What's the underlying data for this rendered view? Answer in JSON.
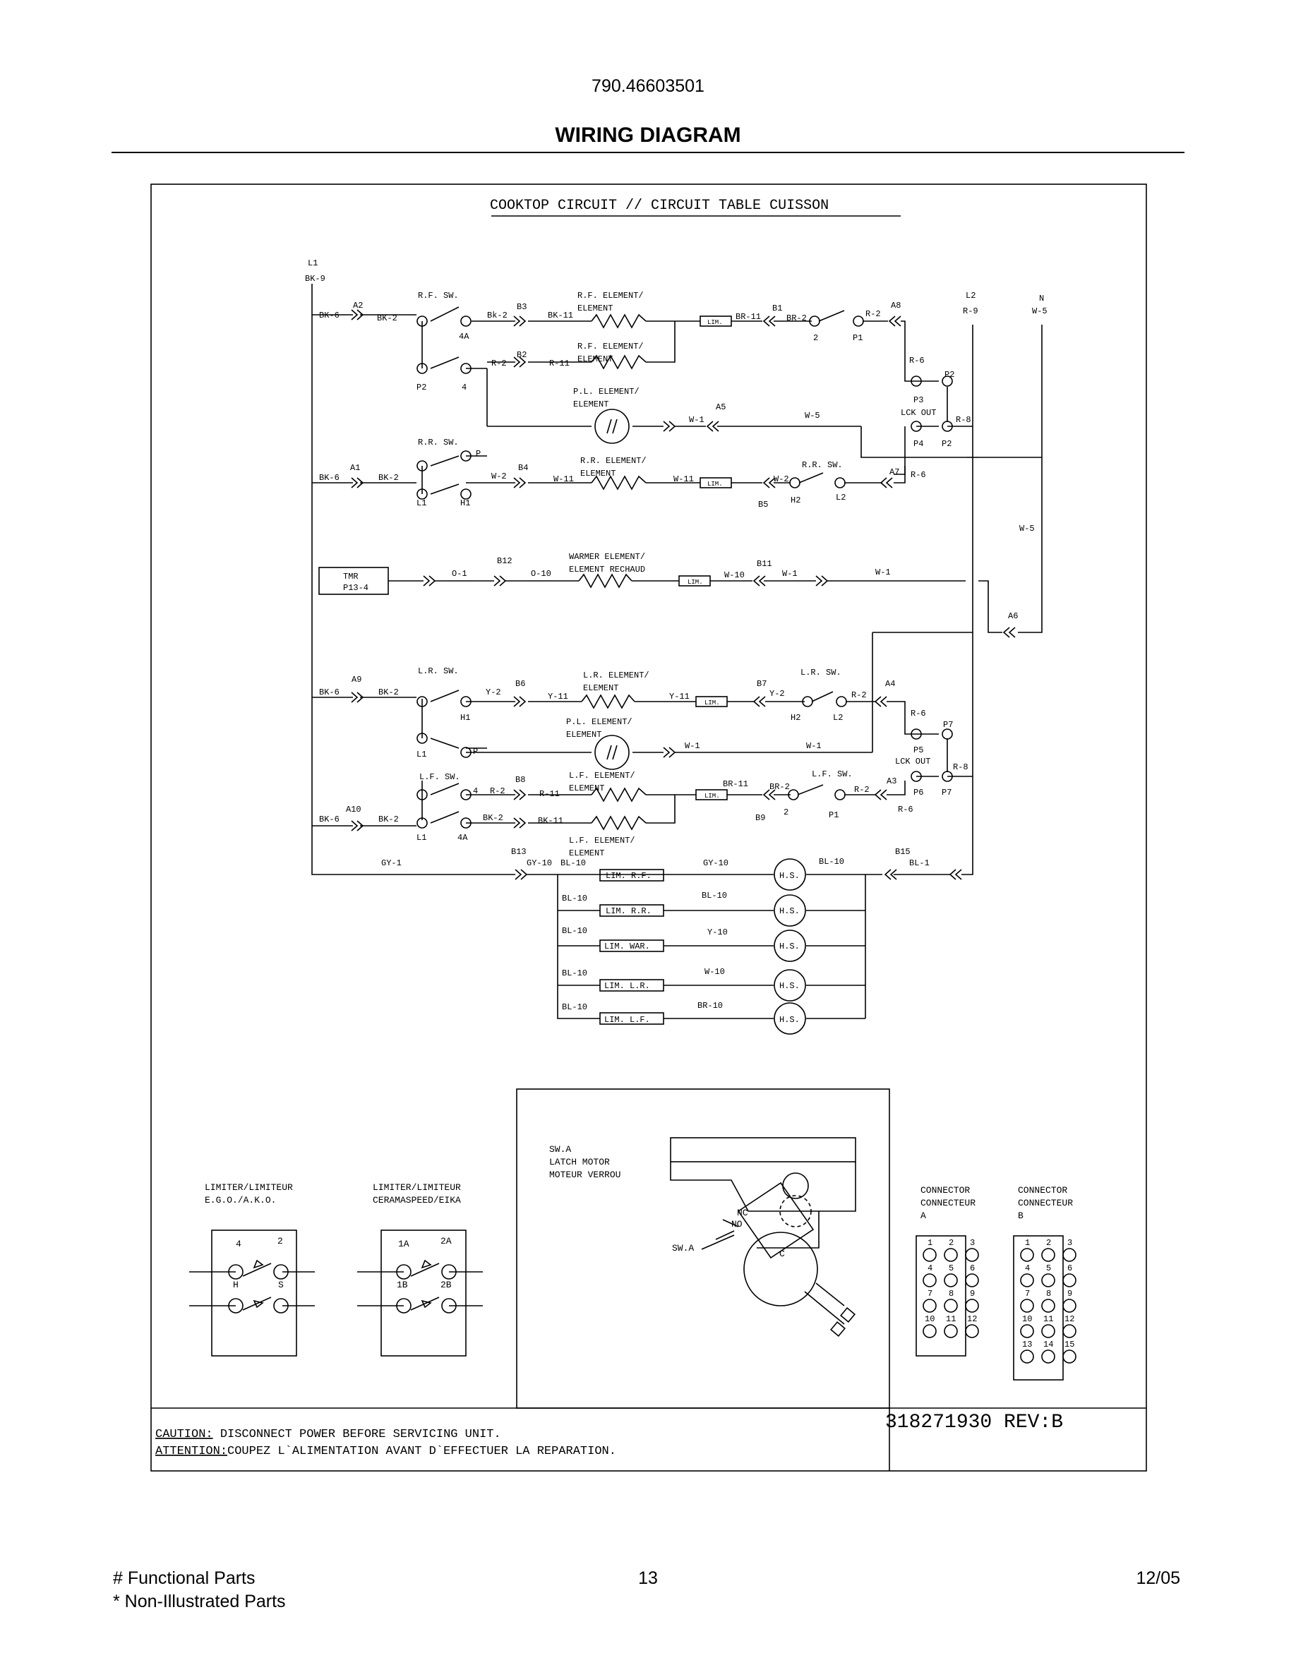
{
  "header": {
    "model": "790.46603501",
    "title": "WIRING DIAGRAM"
  },
  "diagram": {
    "circuit_title": "COOKTOP CIRCUIT // CIRCUIT TABLE CUISSON",
    "labels": [
      {
        "id": "L1",
        "text": "L1"
      },
      {
        "id": "BK9",
        "text": "BK-9"
      },
      {
        "id": "BK6a",
        "text": "BK-6"
      },
      {
        "id": "A2",
        "text": "A2"
      },
      {
        "id": "BK2a",
        "text": "BK-2"
      },
      {
        "id": "RFSW",
        "text": "R.F. SW."
      },
      {
        "id": "4Aa",
        "text": "4A"
      },
      {
        "id": "Bk2b",
        "text": "Bk-2"
      },
      {
        "id": "B3",
        "text": "B3"
      },
      {
        "id": "BK11a",
        "text": "BK-11"
      },
      {
        "id": "RFEL1",
        "text": "R.F. ELEMENT/"
      },
      {
        "id": "RFEL1b",
        "text": "ELEMENT"
      },
      {
        "id": "LIM1",
        "text": "LIM."
      },
      {
        "id": "BR11a",
        "text": "BR-11"
      },
      {
        "id": "B1",
        "text": "B1"
      },
      {
        "id": "BR2a",
        "text": "BR-2"
      },
      {
        "id": "n2a",
        "text": "2"
      },
      {
        "id": "P1a",
        "text": "P1"
      },
      {
        "id": "R2a",
        "text": "R-2"
      },
      {
        "id": "A8",
        "text": "A8"
      },
      {
        "id": "L2top",
        "text": "L2"
      },
      {
        "id": "R9",
        "text": "R-9"
      },
      {
        "id": "N",
        "text": "N"
      },
      {
        "id": "W5top",
        "text": "W-5"
      },
      {
        "id": "P2a",
        "text": "P2"
      },
      {
        "id": "n4a",
        "text": "4"
      },
      {
        "id": "R2b",
        "text": "R-2"
      },
      {
        "id": "B2",
        "text": "B2"
      },
      {
        "id": "R11a",
        "text": "R-11"
      },
      {
        "id": "RFEL2",
        "text": "R.F. ELEMENT/"
      },
      {
        "id": "RFEL2b",
        "text": "ELEMENT"
      },
      {
        "id": "R6a",
        "text": "R-6"
      },
      {
        "id": "P2b",
        "text": "P2"
      },
      {
        "id": "P3",
        "text": "P3"
      },
      {
        "id": "PLEL1",
        "text": "P.L. ELEMENT/"
      },
      {
        "id": "PLEL1b",
        "text": "ELEMENT"
      },
      {
        "id": "A5",
        "text": "A5"
      },
      {
        "id": "W1a",
        "text": "W-1"
      },
      {
        "id": "W5a",
        "text": "W-5"
      },
      {
        "id": "LCK1",
        "text": "LCK OUT"
      },
      {
        "id": "R8a",
        "text": "R-8"
      },
      {
        "id": "P4",
        "text": "P4"
      },
      {
        "id": "P2c",
        "text": "P2"
      },
      {
        "id": "RRSW",
        "text": "R.R. SW."
      },
      {
        "id": "Pa",
        "text": "P"
      },
      {
        "id": "RREL",
        "text": "R.R. ELEMENT/"
      },
      {
        "id": "RRELb",
        "text": "ELEMENT"
      },
      {
        "id": "BK6b",
        "text": "BK-6"
      },
      {
        "id": "A1",
        "text": "A1"
      },
      {
        "id": "BK2c",
        "text": "BK-2"
      },
      {
        "id": "W2a",
        "text": "W-2"
      },
      {
        "id": "B4",
        "text": "B4"
      },
      {
        "id": "W11a",
        "text": "W-11"
      },
      {
        "id": "W11b",
        "text": "W-11"
      },
      {
        "id": "LIM2",
        "text": "LIM."
      },
      {
        "id": "W2b",
        "text": "W-2"
      },
      {
        "id": "RRSW2",
        "text": "R.R. SW."
      },
      {
        "id": "A7",
        "text": "A7"
      },
      {
        "id": "R6b",
        "text": "R-6"
      },
      {
        "id": "L1a",
        "text": "L1"
      },
      {
        "id": "H1a",
        "text": "H1"
      },
      {
        "id": "B5",
        "text": "B5"
      },
      {
        "id": "H2a",
        "text": "H2"
      },
      {
        "id": "L2a",
        "text": "L2"
      },
      {
        "id": "W5b",
        "text": "W-5"
      },
      {
        "id": "TMR",
        "text": "TMR"
      },
      {
        "id": "P134",
        "text": "P13-4"
      },
      {
        "id": "O1",
        "text": "O-1"
      },
      {
        "id": "B12",
        "text": "B12"
      },
      {
        "id": "O10",
        "text": "O-10"
      },
      {
        "id": "WARM1",
        "text": "WARMER ELEMENT/"
      },
      {
        "id": "WARM2",
        "text": "ELEMENT RECHAUD"
      },
      {
        "id": "LIM3",
        "text": "LIM."
      },
      {
        "id": "W10a",
        "text": "W-10"
      },
      {
        "id": "B11",
        "text": "B11"
      },
      {
        "id": "W1b",
        "text": "W-1"
      },
      {
        "id": "W1c",
        "text": "W-1"
      },
      {
        "id": "A6",
        "text": "A6"
      },
      {
        "id": "LRSW",
        "text": "L.R. SW."
      },
      {
        "id": "A9",
        "text": "A9"
      },
      {
        "id": "BK6c",
        "text": "BK-6"
      },
      {
        "id": "BK2d",
        "text": "BK-2"
      },
      {
        "id": "Y2a",
        "text": "Y-2"
      },
      {
        "id": "B6",
        "text": "B6"
      },
      {
        "id": "Y11a",
        "text": "Y-11"
      },
      {
        "id": "LREL",
        "text": "L.R. ELEMENT/"
      },
      {
        "id": "LRELb",
        "text": "ELEMENT"
      },
      {
        "id": "Y11b",
        "text": "Y-11"
      },
      {
        "id": "LIM4",
        "text": "LIM."
      },
      {
        "id": "B7",
        "text": "B7"
      },
      {
        "id": "Y2b",
        "text": "Y-2"
      },
      {
        "id": "LRSW2",
        "text": "L.R. SW."
      },
      {
        "id": "R2c",
        "text": "R-2"
      },
      {
        "id": "A4",
        "text": "A4"
      },
      {
        "id": "H1b",
        "text": "H1"
      },
      {
        "id": "H2b",
        "text": "H2"
      },
      {
        "id": "L2b",
        "text": "L2"
      },
      {
        "id": "R6c",
        "text": "R-6"
      },
      {
        "id": "P7a",
        "text": "P7"
      },
      {
        "id": "PLEL2",
        "text": "P.L. ELEMENT/"
      },
      {
        "id": "PLEL2b",
        "text": "ELEMENT"
      },
      {
        "id": "L1b",
        "text": "L1"
      },
      {
        "id": "Pb",
        "text": "P"
      },
      {
        "id": "W1d",
        "text": "W-1"
      },
      {
        "id": "W1e",
        "text": "W-1"
      },
      {
        "id": "P5",
        "text": "P5"
      },
      {
        "id": "LCK2",
        "text": "LCK OUT"
      },
      {
        "id": "R8b",
        "text": "R-8"
      },
      {
        "id": "LFSW",
        "text": "L.F. SW."
      },
      {
        "id": "LFEL1",
        "text": "L.F. ELEMENT/"
      },
      {
        "id": "LFEL1b",
        "text": "ELEMENT"
      },
      {
        "id": "n4b",
        "text": "4"
      },
      {
        "id": "R2d",
        "text": "R-2"
      },
      {
        "id": "B8",
        "text": "B8"
      },
      {
        "id": "R11b",
        "text": "R-11"
      },
      {
        "id": "LIM5",
        "text": "LIM."
      },
      {
        "id": "BR11b",
        "text": "BR-11"
      },
      {
        "id": "BR2b",
        "text": "BR-2"
      },
      {
        "id": "LFSW2",
        "text": "L.F. SW."
      },
      {
        "id": "R2e",
        "text": "R-2"
      },
      {
        "id": "A3",
        "text": "A3"
      },
      {
        "id": "P6",
        "text": "P6"
      },
      {
        "id": "P7b",
        "text": "P7"
      },
      {
        "id": "A10",
        "text": "A10"
      },
      {
        "id": "BK6d",
        "text": "BK-6"
      },
      {
        "id": "BK2e",
        "text": "BK-2"
      },
      {
        "id": "BK2f",
        "text": "BK-2"
      },
      {
        "id": "BK11b",
        "text": "BK-11"
      },
      {
        "id": "n2b",
        "text": "2"
      },
      {
        "id": "P1b",
        "text": "P1"
      },
      {
        "id": "B9",
        "text": "B9"
      },
      {
        "id": "R6d",
        "text": "R-6"
      },
      {
        "id": "L1c",
        "text": "L1"
      },
      {
        "id": "4Ab",
        "text": "4A"
      },
      {
        "id": "LFEL2",
        "text": "L.F. ELEMENT/"
      },
      {
        "id": "LFEL2b",
        "text": "ELEMENT"
      },
      {
        "id": "GY1",
        "text": "GY-1"
      },
      {
        "id": "B13",
        "text": "B13"
      },
      {
        "id": "GY10a",
        "text": "GY-10"
      },
      {
        "id": "BL10a",
        "text": "BL-10"
      },
      {
        "id": "LIMRF",
        "text": "LIM. R.F."
      },
      {
        "id": "GY10b",
        "text": "GY-10"
      },
      {
        "id": "HS1",
        "text": "H.S."
      },
      {
        "id": "BL10b",
        "text": "BL-10"
      },
      {
        "id": "B15",
        "text": "B15"
      },
      {
        "id": "BL1",
        "text": "BL-1"
      },
      {
        "id": "BL10c",
        "text": "BL-10"
      },
      {
        "id": "LIMRR",
        "text": "LIM. R.R."
      },
      {
        "id": "BL10d",
        "text": "BL-10"
      },
      {
        "id": "HS2",
        "text": "H.S."
      },
      {
        "id": "BL10e",
        "text": "BL-10"
      },
      {
        "id": "LIMWAR",
        "text": "LIM. WAR."
      },
      {
        "id": "Y10",
        "text": "Y-10"
      },
      {
        "id": "HS3",
        "text": "H.S."
      },
      {
        "id": "BL10f",
        "text": "BL-10"
      },
      {
        "id": "LIMLR",
        "text": "LIM. L.R."
      },
      {
        "id": "W10b",
        "text": "W-10"
      },
      {
        "id": "HS4",
        "text": "H.S."
      },
      {
        "id": "BL10g",
        "text": "BL-10"
      },
      {
        "id": "LIMLF",
        "text": "LIM. L.F."
      },
      {
        "id": "BR10",
        "text": "BR-10"
      },
      {
        "id": "HS5",
        "text": "H.S."
      }
    ],
    "legend": {
      "ego_1": "LIMITER/LIMITEUR",
      "ego_2": "E.G.O./A.K.O.",
      "ego_t4": "4",
      "ego_t2": "2",
      "ego_tH": "H",
      "ego_tS": "S",
      "cera_1": "LIMITER/LIMITEUR",
      "cera_2": "CERAMASPEED/EIKA",
      "cera_t1A": "1A",
      "cera_t2A": "2A",
      "cera_t1B": "1B",
      "cera_t2B": "2B",
      "latch_1": "SW.A",
      "latch_2": "LATCH MOTOR",
      "latch_3": "MOTEUR VERROU",
      "latch_nc": "NC",
      "latch_no": "NO",
      "latch_c": "C",
      "latch_swa": "SW.A",
      "connA_1": "CONNECTOR",
      "connA_2": "CONNECTEUR",
      "connA_3": "A",
      "connB_1": "CONNECTOR",
      "connB_2": "CONNECTEUR",
      "connB_3": "B",
      "connA_pins": [
        "1",
        "2",
        "3",
        "4",
        "5",
        "6",
        "7",
        "8",
        "9",
        "10",
        "11",
        "12"
      ],
      "connB_pins": [
        "1",
        "2",
        "3",
        "4",
        "5",
        "6",
        "7",
        "8",
        "9",
        "10",
        "11",
        "12",
        "13",
        "14",
        "15"
      ]
    },
    "caution_label": "CAUTION:",
    "caution_text": " DISCONNECT POWER BEFORE SERVICING UNIT.",
    "attention_label": "ATTENTION:",
    "attention_text": "COUPEZ L`ALIMENTATION AVANT D`EFFECTUER LA REPARATION.",
    "part_number": "318271930 REV:B"
  },
  "footer": {
    "left1": "# Functional Parts",
    "left2": "* Non-Illustrated Parts",
    "page": "13",
    "date": "12/05"
  }
}
